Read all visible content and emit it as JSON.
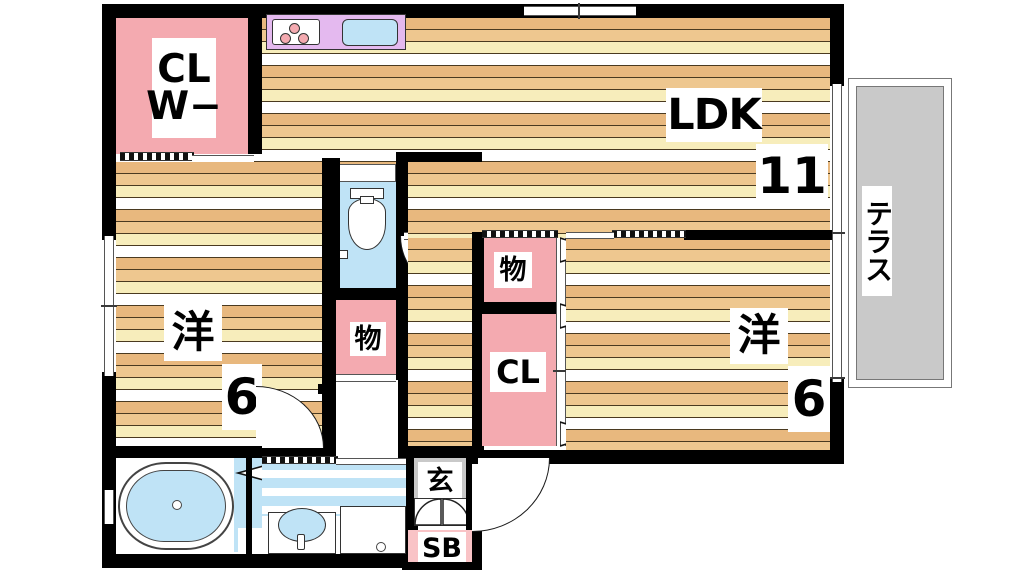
{
  "document": {
    "type": "floor-plan",
    "layout_name": "2LDK apartment floor plan"
  },
  "rooms": [
    {
      "id": "closet-washer",
      "label": "CL",
      "sub": "W−",
      "kind": "closet"
    },
    {
      "id": "ldk",
      "label": "LDK",
      "size": "11",
      "kind": "living-dining-kitchen"
    },
    {
      "id": "bedroom-left",
      "label": "洋",
      "size": "6",
      "kind": "western-room"
    },
    {
      "id": "bedroom-right",
      "label": "洋",
      "size": "6",
      "kind": "western-room"
    },
    {
      "id": "storage-toilet",
      "label": "物",
      "kind": "storage"
    },
    {
      "id": "storage-hall",
      "label": "物",
      "kind": "storage"
    },
    {
      "id": "closet-hall",
      "label": "CL",
      "kind": "closet"
    },
    {
      "id": "entrance",
      "label": "玄",
      "kind": "entrance"
    },
    {
      "id": "shoebox",
      "label": "SB",
      "kind": "shoe-box"
    },
    {
      "id": "terrace",
      "label": "テラス",
      "kind": "terrace"
    }
  ],
  "labels": {
    "closet_cl": "CL",
    "closet_w": "W−",
    "ldk": "LDK",
    "ldk_size": "11",
    "room_west_left": "洋",
    "room_west_left_size": "6",
    "room_west_right": "洋",
    "room_west_right_size": "6",
    "storage_toilet": "物",
    "storage_hall": "物",
    "closet_hall": "CL",
    "entrance": "玄",
    "shoe_box": "SB",
    "terrace": "テラス"
  },
  "fixtures": [
    {
      "name": "gas-stove",
      "burners": 3
    },
    {
      "name": "kitchen-sink"
    },
    {
      "name": "toilet"
    },
    {
      "name": "bathtub"
    },
    {
      "name": "wash-basin"
    },
    {
      "name": "washing-machine-space"
    }
  ],
  "colors": {
    "wall": "#000000",
    "floor_wood_dark": "#e8b87e",
    "floor_wood_mid": "#eec78f",
    "floor_wood_light": "#f7edbb",
    "closet_pink": "#f4aab0",
    "shoebox_pink": "#f9c3c6",
    "water_blue": "#bfe3f6",
    "kitchen_purple": "#e4b9ef",
    "terrace_grey": "#c9c9c9",
    "background": "#ffffff"
  }
}
